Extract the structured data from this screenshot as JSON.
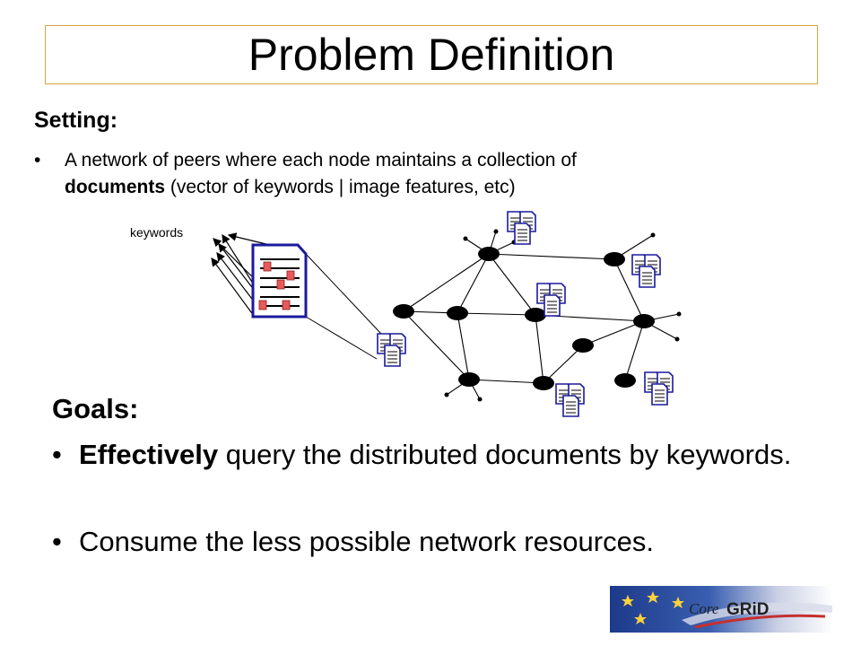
{
  "slide": {
    "title": "Problem Definition",
    "setting_heading": "Setting:",
    "setting_bullet": {
      "bullet": "•",
      "line1": "A network of peers where each node maintains a collection of",
      "bold_word": "documents",
      "line2_rest": " (vector of keywords | image features, etc)"
    },
    "diagram": {
      "keywords_label": "keywords"
    },
    "goals_heading": "Goals:",
    "goals": [
      {
        "bullet": "•",
        "bold": "Effectively",
        "rest": " query the distributed documents by keywords."
      },
      {
        "bullet": "•",
        "bold": "",
        "rest": "Consume the less possible network resources."
      }
    ],
    "logo": {
      "text": "Core GRID",
      "icon": "coregrid-logo-icon"
    }
  },
  "colors": {
    "title_border": "#d9a441",
    "doc_outline": "#1a1a9c",
    "doc_marker": "#e85a5a",
    "node": "#000000"
  }
}
